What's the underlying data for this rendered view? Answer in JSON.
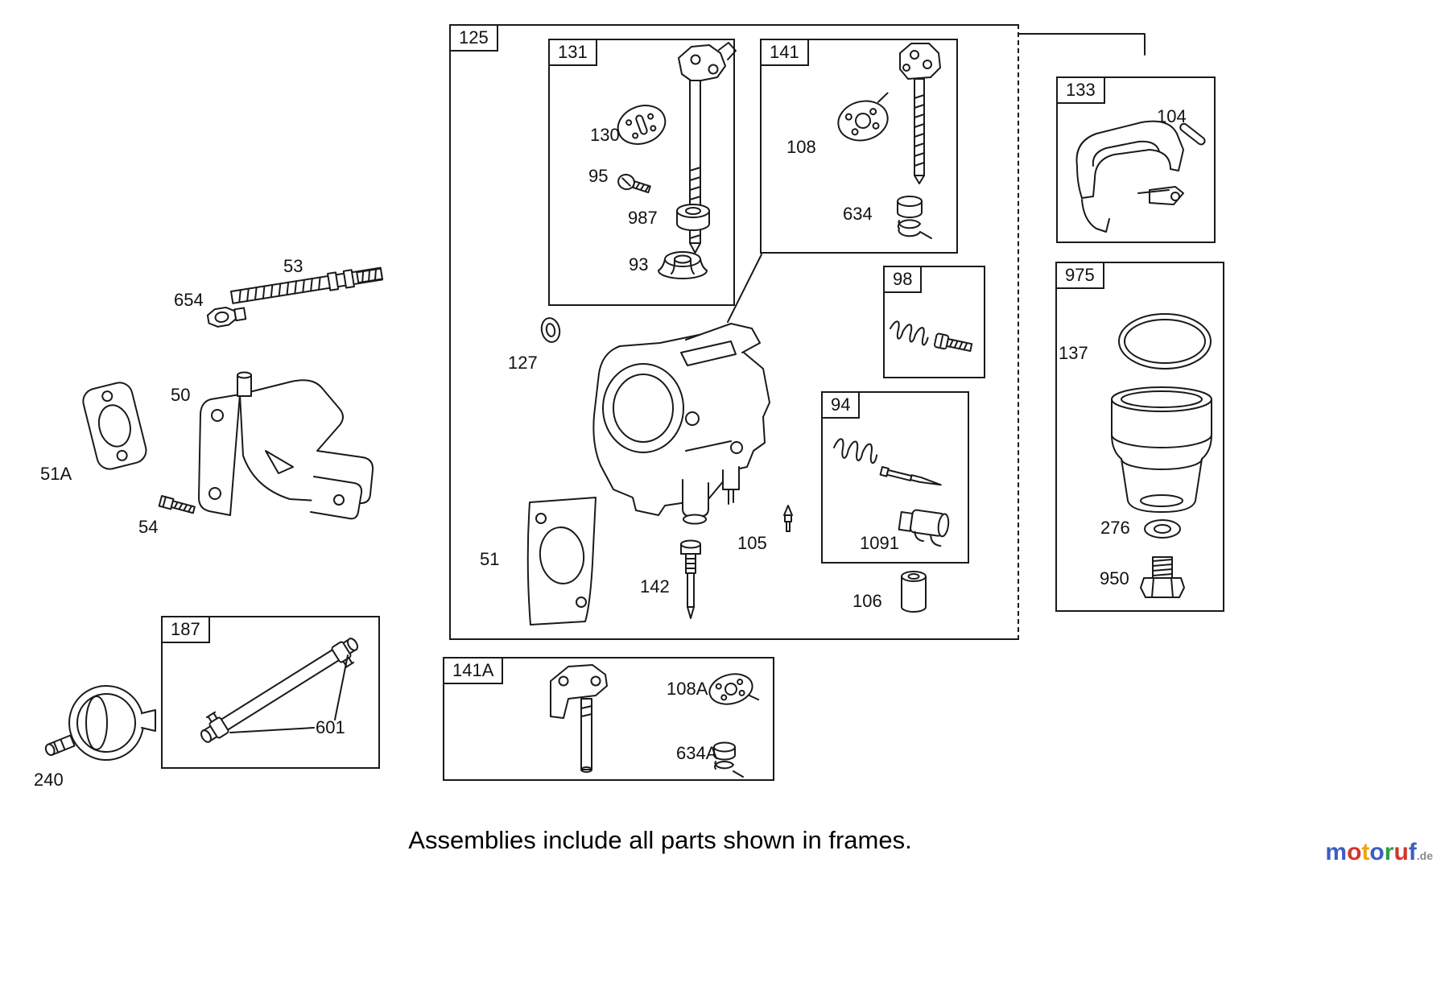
{
  "diagram": {
    "caption": "Assemblies include all parts shown in frames.",
    "frames": {
      "f125": "125",
      "f131": "131",
      "f141": "141",
      "f98": "98",
      "f94": "94",
      "f133": "133",
      "f975": "975",
      "f187": "187",
      "f141A": "141A"
    },
    "parts": {
      "p53": "53",
      "p654": "654",
      "p50": "50",
      "p51A": "51A",
      "p54": "54",
      "p240": "240",
      "p601": "601",
      "p130": "130",
      "p95": "95",
      "p987": "987",
      "p93": "93",
      "p108": "108",
      "p634": "634",
      "p127": "127",
      "p51": "51",
      "p142": "142",
      "p105": "105",
      "p1091": "1091",
      "p106": "106",
      "p104": "104",
      "p137": "137",
      "p276": "276",
      "p950": "950",
      "p108A": "108A",
      "p634A": "634A"
    },
    "line_color": "#1a1a1a",
    "logo": {
      "letters": [
        {
          "ch": "m",
          "color": "#3b5fc0"
        },
        {
          "ch": "o",
          "color": "#d3362b"
        },
        {
          "ch": "t",
          "color": "#eea410"
        },
        {
          "ch": "o",
          "color": "#3b5fc0"
        },
        {
          "ch": "r",
          "color": "#2c9f42"
        },
        {
          "ch": "u",
          "color": "#d3362b"
        },
        {
          "ch": "f",
          "color": "#3b5fc0"
        }
      ],
      "suffix": ".de"
    }
  }
}
